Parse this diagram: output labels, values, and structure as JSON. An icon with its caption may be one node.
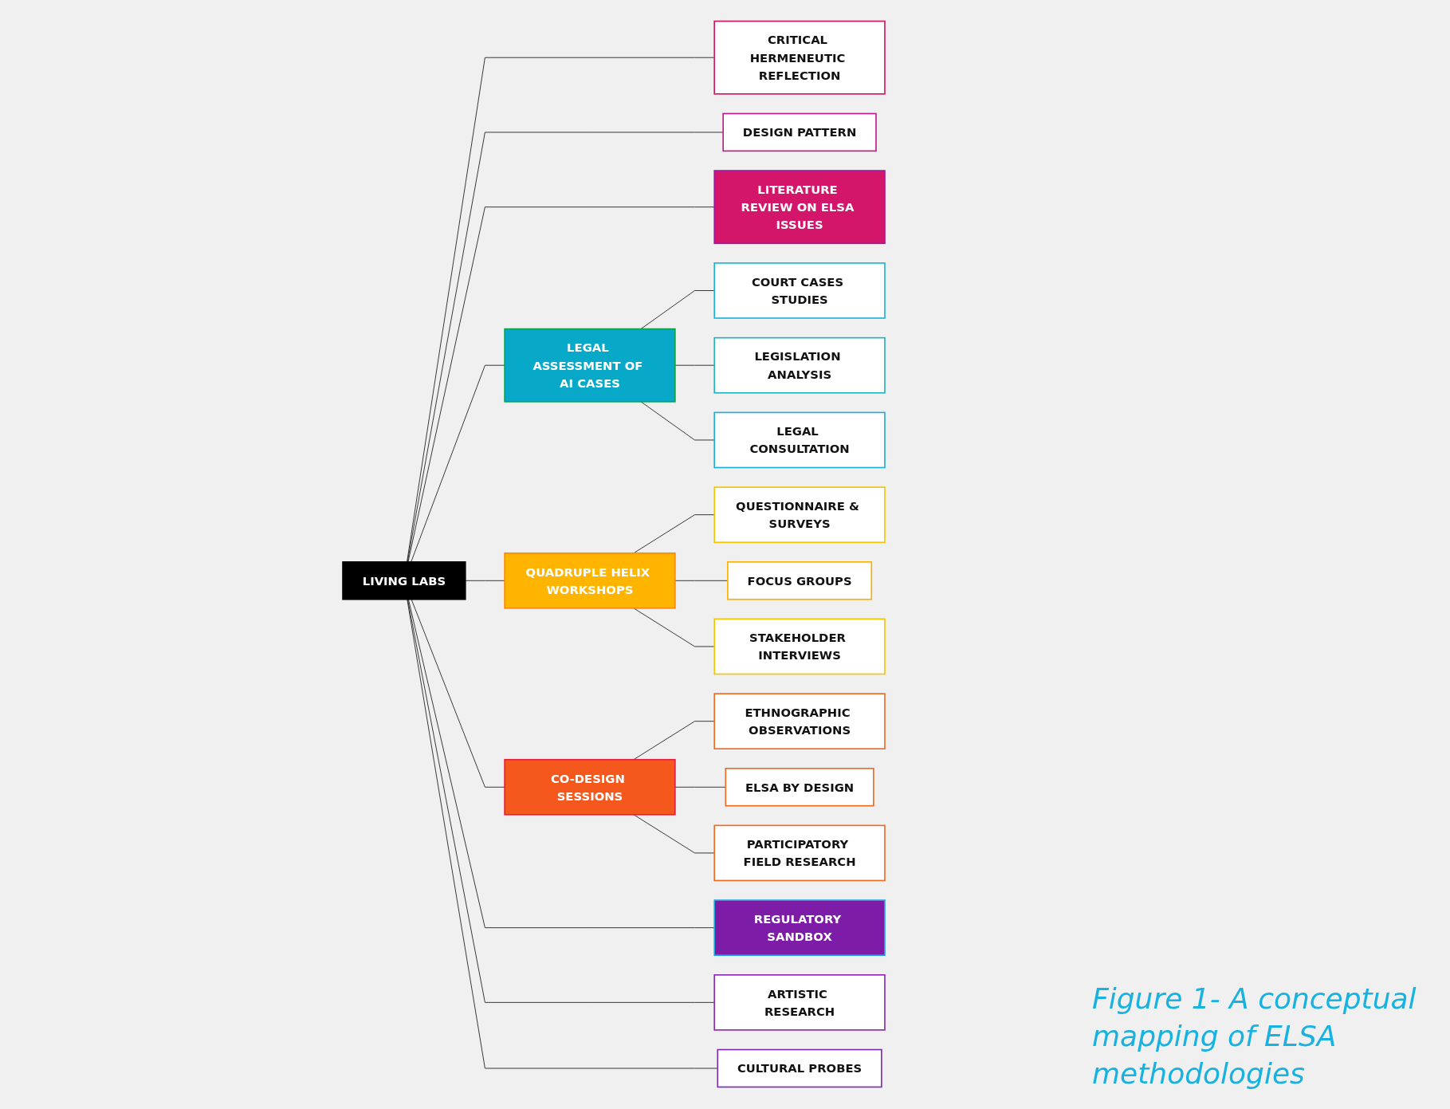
{
  "diagram": {
    "caption": "Figure 1- A conceptual mapping of ELSA methodologies",
    "nodes": [
      {
        "text": [
          "LIVING LABS"
        ]
      },
      {
        "text": [
          "CRITICAL HERMENEUTIC REFLECTION"
        ]
      },
      {
        "text": [
          "DESIGN PATTERN"
        ]
      },
      {
        "text": [
          "LITERATURE REVIEW ON ELSA ISSUES"
        ]
      },
      {
        "text": [
          "COURT CASES STUDIES"
        ]
      },
      {
        "text": [
          "LEGISLATION ANALYSIS"
        ]
      },
      {
        "text": [
          "LEGAL CONSULTATION"
        ]
      },
      {
        "text": [
          "LEGAL ASSESSMENT OF AI CASES"
        ]
      },
      {
        "text": [
          "QUADRUPLE HELIX WORKSHOPS"
        ]
      },
      {
        "text": [
          "QUESTIONNAIRE & SURVEYS"
        ]
      },
      {
        "text": [
          "FOCUS GROUPS"
        ]
      },
      {
        "text": [
          "STAKEHOLDER INTERVIEWS"
        ]
      },
      {
        "text": [
          "ETHNOGRAPHIC OBSERVATIONS"
        ]
      },
      {
        "text": [
          "CO-DESIGN SESSIONS"
        ]
      },
      {
        "text": [
          "REGULATORY SANDBOX"
        ]
      },
      {
        "text": [
          "ELSA BY DESIGN"
        ]
      },
      {
        "text": [
          "ARTISTIC RESEARCH"
        ]
      },
      {
        "text": [
          "PARTICIPATORY FIELD RESEARCH"
        ]
      },
      {
        "text": [
          "CULTURAL PROBES"
        ]
      }
    ],
    "edges": [
      {
        "from": 0,
        "to": 1,
        "arrow": "none"
      },
      {
        "from": 0,
        "to": 2,
        "arrow": "none"
      },
      {
        "from": 0,
        "to": 3,
        "arrow": "none"
      },
      {
        "from": 0,
        "to": 7,
        "arrow": "none"
      },
      {
        "from": 7,
        "to": 4,
        "arrow": "none"
      },
      {
        "from": 7,
        "to": 5,
        "arrow": "none"
      },
      {
        "from": 7,
        "to": 6,
        "arrow": "none"
      },
      {
        "from": 0,
        "to": 8,
        "arrow": "none"
      },
      {
        "from": 8,
        "to": 9,
        "arrow": "none"
      },
      {
        "from": 8,
        "to": 10,
        "arrow": "none"
      },
      {
        "from": 8,
        "to": 11,
        "arrow": "none"
      },
      {
        "from": 0,
        "to": 13,
        "arrow": "none"
      },
      {
        "from": 13,
        "to": 12,
        "arrow": "none"
      },
      {
        "from": 13,
        "to": 15,
        "arrow": "none"
      },
      {
        "from": 13,
        "to": 17,
        "arrow": "none"
      },
      {
        "from": 0,
        "to": 14,
        "arrow": "none"
      },
      {
        "from": 0,
        "to": 16,
        "arrow": "none"
      },
      {
        "from": 0,
        "to": 18,
        "arrow": "none"
      }
    ]
  }
}
